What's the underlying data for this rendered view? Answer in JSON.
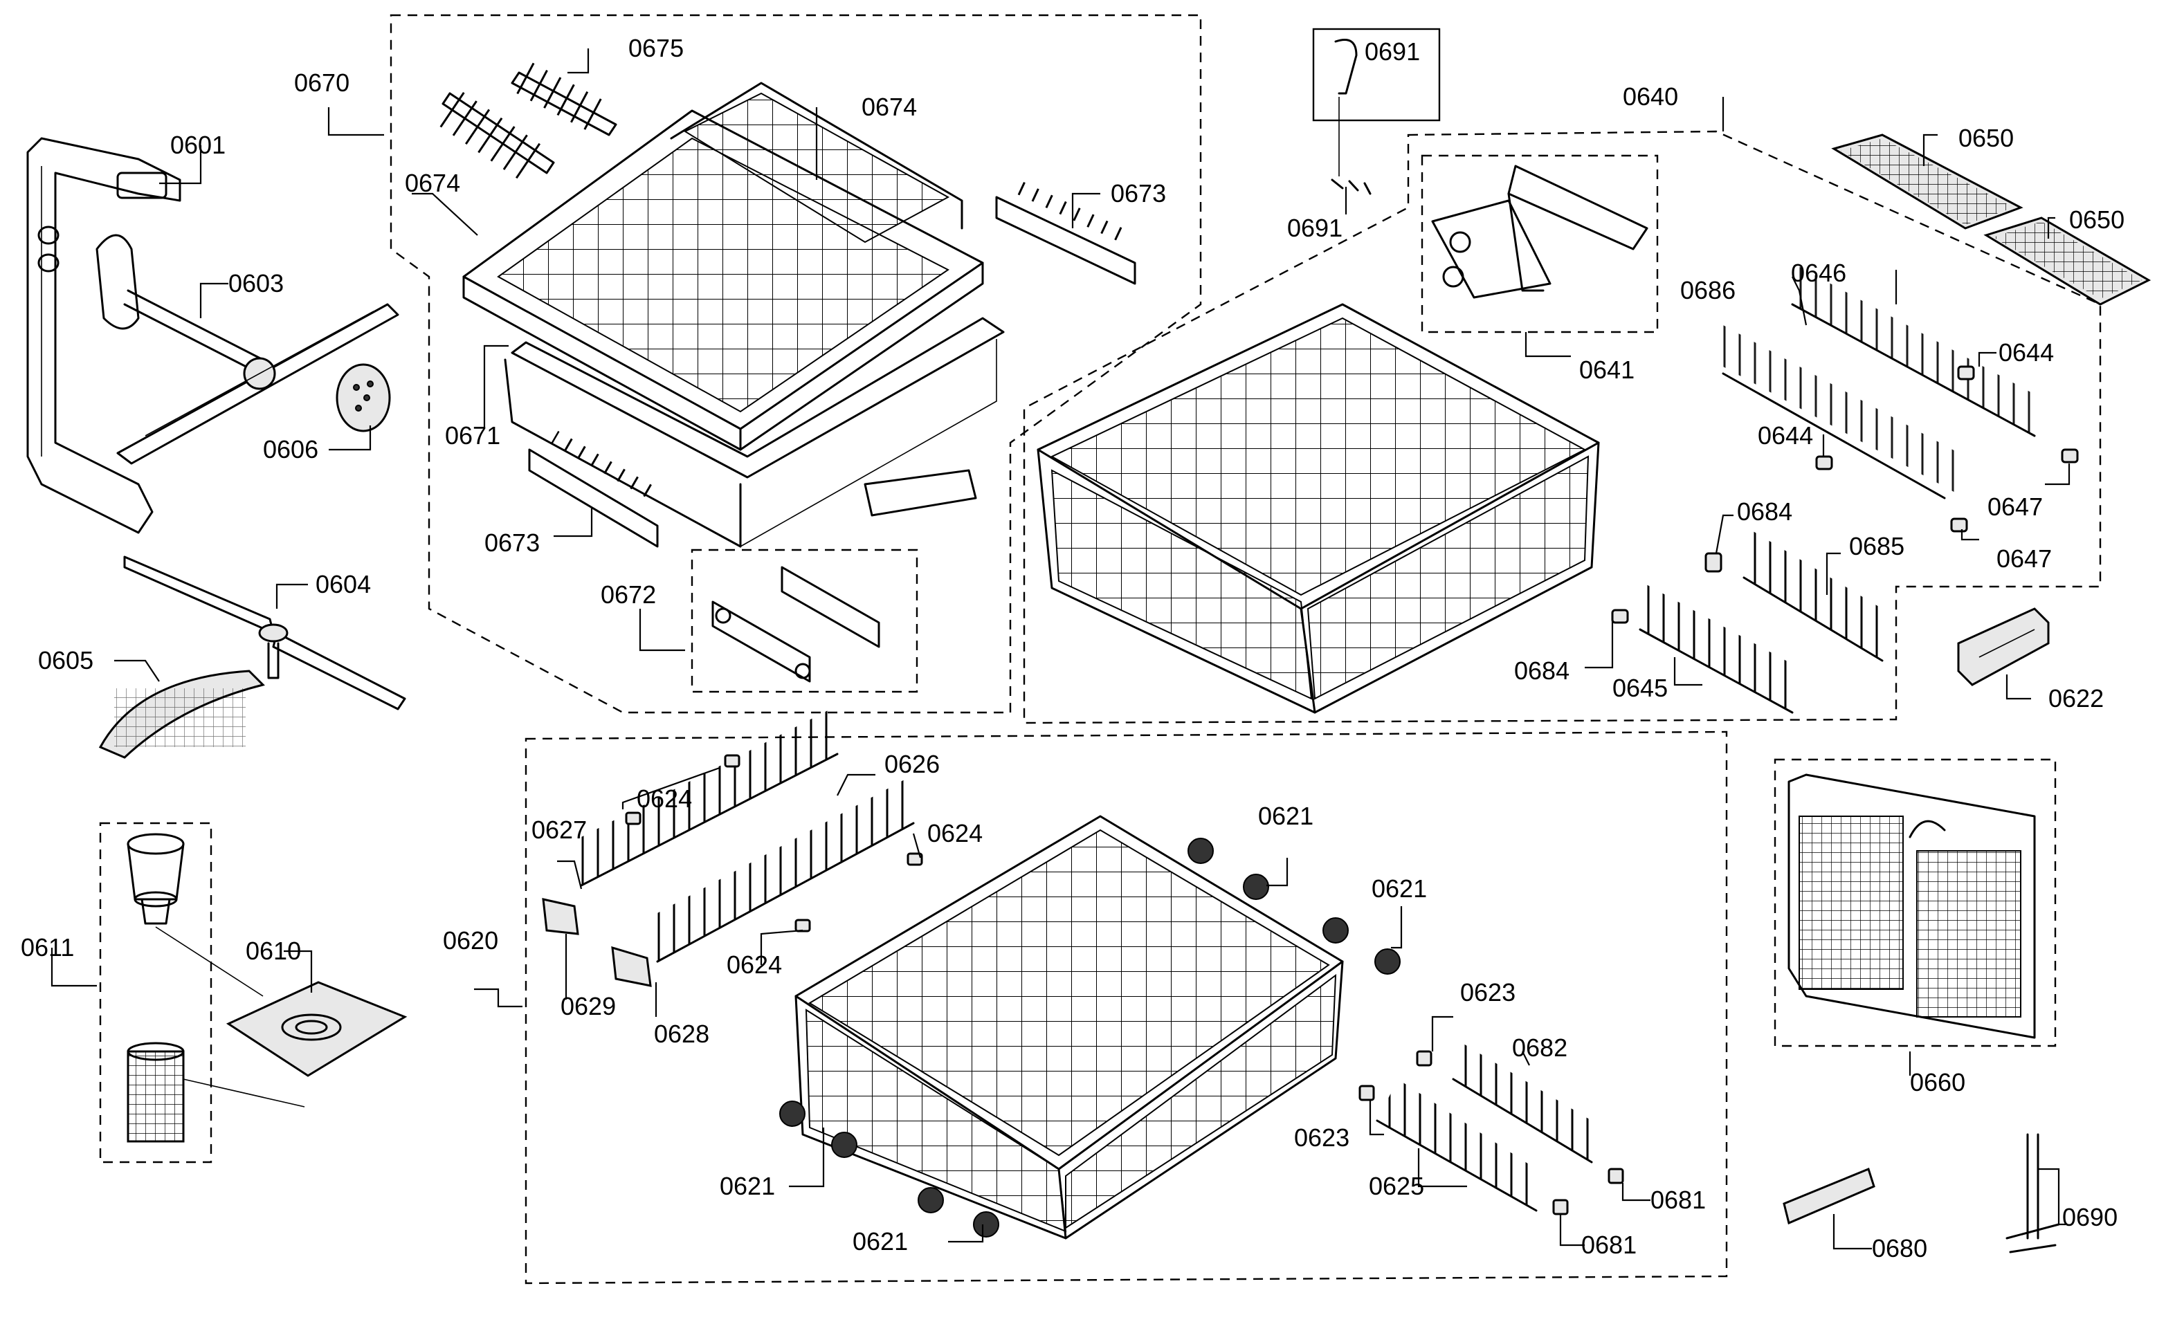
{
  "parts": {
    "p0601": "0601",
    "p0603": "0603",
    "p0604": "0604",
    "p0605": "0605",
    "p0606": "0606",
    "p0610": "0610",
    "p0611": "0611",
    "p0620": "0620",
    "p0621": "0621",
    "p0622": "0622",
    "p0623": "0623",
    "p0624": "0624",
    "p0625": "0625",
    "p0626": "0626",
    "p0627": "0627",
    "p0628": "0628",
    "p0629": "0629",
    "p0640": "0640",
    "p0641": "0641",
    "p0644": "0644",
    "p0645": "0645",
    "p0646": "0646",
    "p0647": "0647",
    "p0650": "0650",
    "p0660": "0660",
    "p0670": "0670",
    "p0671": "0671",
    "p0672": "0672",
    "p0673": "0673",
    "p0674": "0674",
    "p0675": "0675",
    "p0680": "0680",
    "p0681": "0681",
    "p0682": "0682",
    "p0684": "0684",
    "p0685": "0685",
    "p0686": "0686",
    "p0690": "0690",
    "p0691": "0691"
  }
}
